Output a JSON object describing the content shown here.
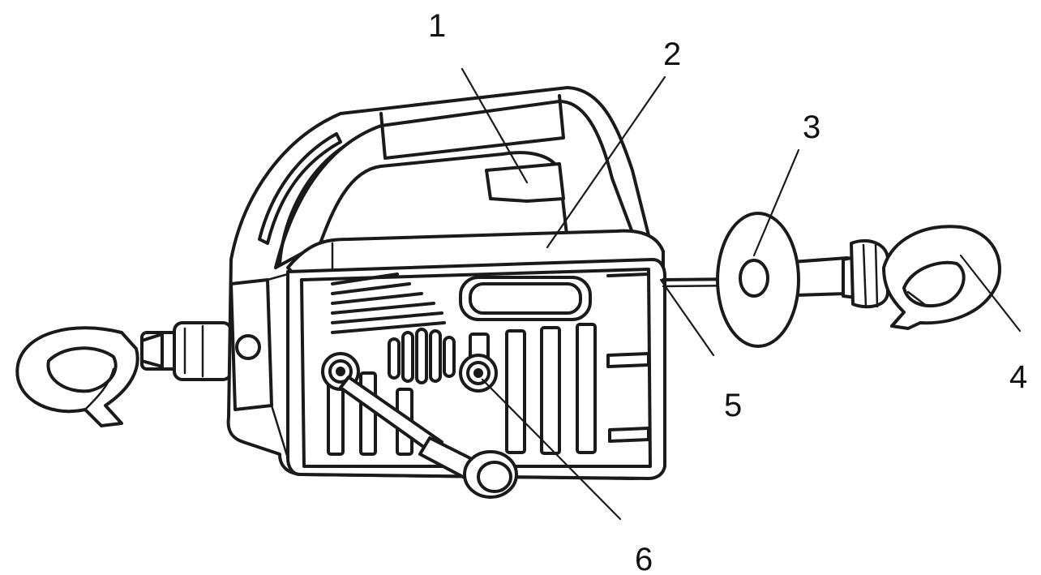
{
  "callouts": [
    {
      "id": "1",
      "label": "1"
    },
    {
      "id": "2",
      "label": "2"
    },
    {
      "id": "3",
      "label": "3"
    },
    {
      "id": "4",
      "label": "4"
    },
    {
      "id": "5",
      "label": "5"
    },
    {
      "id": "6",
      "label": "6"
    }
  ],
  "colors": {
    "ink": "#1a1a1a",
    "background": "#ffffff"
  }
}
